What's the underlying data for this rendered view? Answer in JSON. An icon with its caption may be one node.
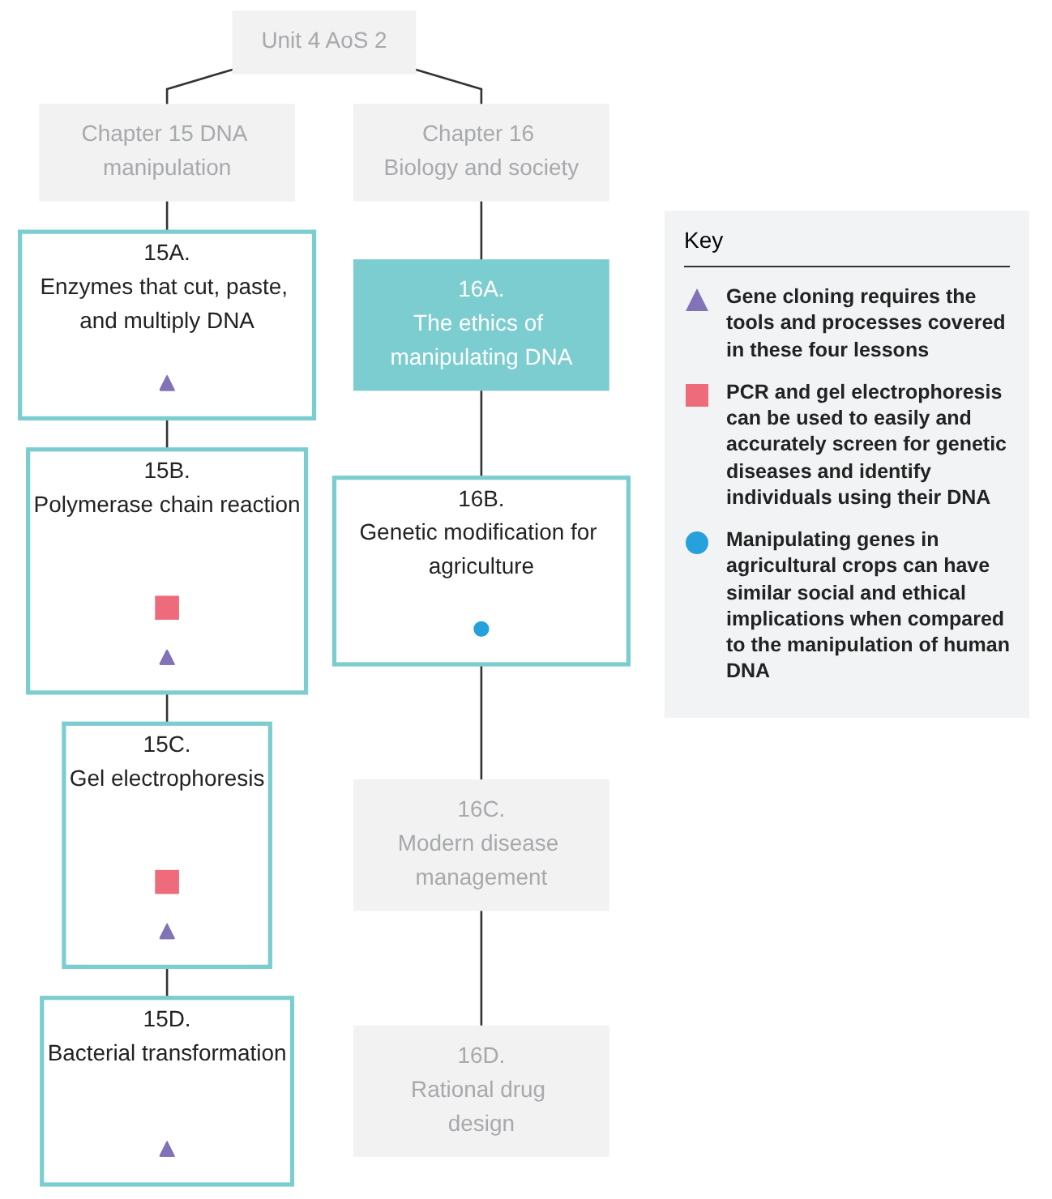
{
  "diagram": {
    "nodes": [
      {
        "text": [
          "Unit 4 AoS 2"
        ]
      },
      {
        "text": [
          "Chapter 15 DNA manipulation"
        ]
      },
      {
        "text": [
          "Chapter 16 Biology and society"
        ]
      },
      {
        "text": [
          "15A.",
          "Enzymes that cut, paste, and multiply DNA"
        ]
      },
      {
        "text": [],
        "shape": "triangle",
        "in": 3
      },
      {
        "text": [
          "16A.",
          "The ethics of manipulating DNA"
        ]
      },
      {
        "text": [
          "15B.",
          "Polymerase chain reaction"
        ]
      },
      {
        "text": [],
        "shape": "box",
        "in": 6
      },
      {
        "text": [],
        "shape": "triangle",
        "in": 6
      },
      {
        "text": [
          "16B.",
          "Genetic modification for agriculture"
        ]
      },
      {
        "text": [],
        "shape": "circle",
        "in": 9
      },
      {
        "text": [
          "15C.",
          "Gel electrophoresis"
        ]
      },
      {
        "text": [],
        "shape": "box",
        "in": 11
      },
      {
        "text": [],
        "shape": "triangle",
        "in": 11
      },
      {
        "text": [
          "16C.",
          "Modern disease management"
        ]
      },
      {
        "text": [
          "15D.",
          "Bacterial transformation"
        ]
      },
      {
        "text": [],
        "shape": "triangle",
        "in": 15
      },
      {
        "text": [
          "16D.",
          "Rational drug design"
        ]
      }
    ],
    "edges": [
      {
        "from": 0,
        "to": 1,
        "arrow": "none"
      },
      {
        "from": 0,
        "to": 2,
        "arrow": "none"
      },
      {
        "from": 1,
        "to": 3,
        "arrow": "none"
      },
      {
        "from": 2,
        "to": 5,
        "arrow": "none"
      },
      {
        "from": 3,
        "to": 6,
        "arrow": "none"
      },
      {
        "from": 5,
        "to": 9,
        "arrow": "none"
      },
      {
        "from": 6,
        "to": 11,
        "arrow": "none"
      },
      {
        "from": 9,
        "to": 14,
        "arrow": "none"
      },
      {
        "from": 11,
        "to": 15,
        "arrow": "none"
      },
      {
        "from": 14,
        "to": 17,
        "arrow": "none"
      }
    ],
    "labels": [
      "Key"
    ],
    "legend": [
      {
        "text": "Gene cloning requires the tools and processes covered in these four lessons",
        "color": "#8272b8"
      },
      {
        "text": "PCR and gel electrophoresis can be used to easily and accurately screen for genetic diseases and identify individuals using their DNA",
        "color": "#ee6b7c"
      },
      {
        "text": "Manipulating genes in agricultural crops can have similar social and ethical implications when compared to the manipulation of human DNA",
        "color": "#27a1dc"
      }
    ]
  }
}
